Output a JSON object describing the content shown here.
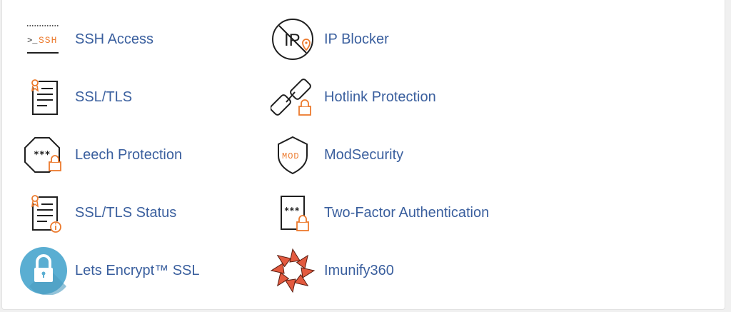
{
  "colors": {
    "link": "#3a5f9e",
    "icon_dark": "#1f1f1f",
    "icon_accent": "#ec7a2d",
    "letsencrypt": "#5aaed2",
    "imunify": "#e35a3f"
  },
  "tools": {
    "col1": [
      {
        "label": "SSH Access",
        "icon": "ssh-terminal-icon"
      },
      {
        "label": "SSL/TLS",
        "icon": "certificate-icon"
      },
      {
        "label": "Leech Protection",
        "icon": "leech-lock-icon"
      },
      {
        "label": "SSL/TLS Status",
        "icon": "certificate-status-icon"
      },
      {
        "label": "Lets Encrypt™ SSL",
        "icon": "padlock-icon"
      }
    ],
    "col2": [
      {
        "label": "IP Blocker",
        "icon": "ip-blocked-icon"
      },
      {
        "label": "Hotlink Protection",
        "icon": "chain-link-lock-icon"
      },
      {
        "label": "ModSecurity",
        "icon": "mod-shield-icon"
      },
      {
        "label": "Two-Factor Authentication",
        "icon": "two-factor-icon"
      },
      {
        "label": "Imunify360",
        "icon": "imunify-icon"
      }
    ]
  },
  "icon_text": {
    "ssh": "SSH",
    "ssh_prompt": ">_",
    "ip": "IP",
    "mod": "MOD",
    "stars": "***"
  }
}
